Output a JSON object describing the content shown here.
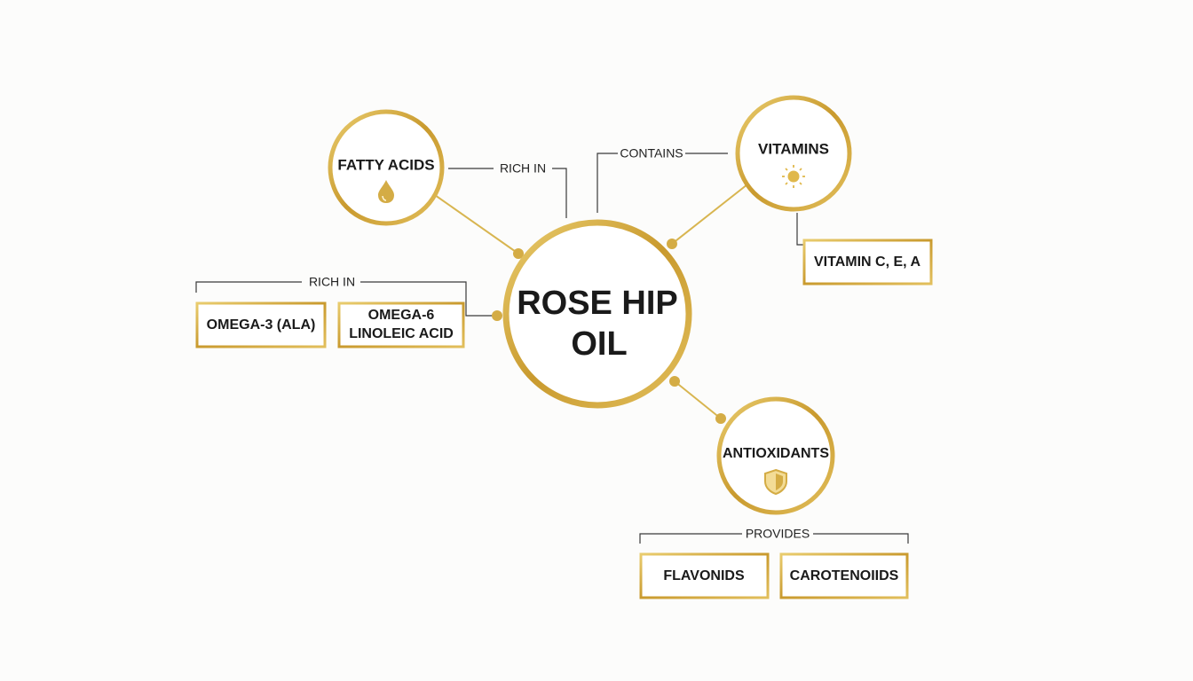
{
  "center": {
    "title_line1": "ROSE HIP",
    "title_line2": "OIL"
  },
  "nodes": {
    "fatty_acids": {
      "label": "FATTY ACIDS",
      "icon": "droplet-icon"
    },
    "vitamins": {
      "label": "VITAMINS",
      "icon": "sun-icon"
    },
    "antioxidants": {
      "label": "ANTIOXIDANTS",
      "icon": "shield-icon"
    }
  },
  "edges": {
    "fatty_rich_in": "RICH IN",
    "vitamins_contains": "CONTAINS",
    "left_rich_in": "RICH IN",
    "antioxidants_provides": "PROVIDES"
  },
  "boxes": {
    "omega3": "OMEGA-3 (ALA)",
    "omega6_line1": "OMEGA-6",
    "omega6_line2": "LINOLEIC ACID",
    "vitamin_list": "VITAMIN C, E, A",
    "flavonoids": "FLAVONIDS",
    "carotenoids": "CAROTENOIIDS"
  },
  "colors": {
    "gold": "#d4ac45",
    "gold_dark": "#b8902c",
    "text": "#1a1a1a"
  }
}
